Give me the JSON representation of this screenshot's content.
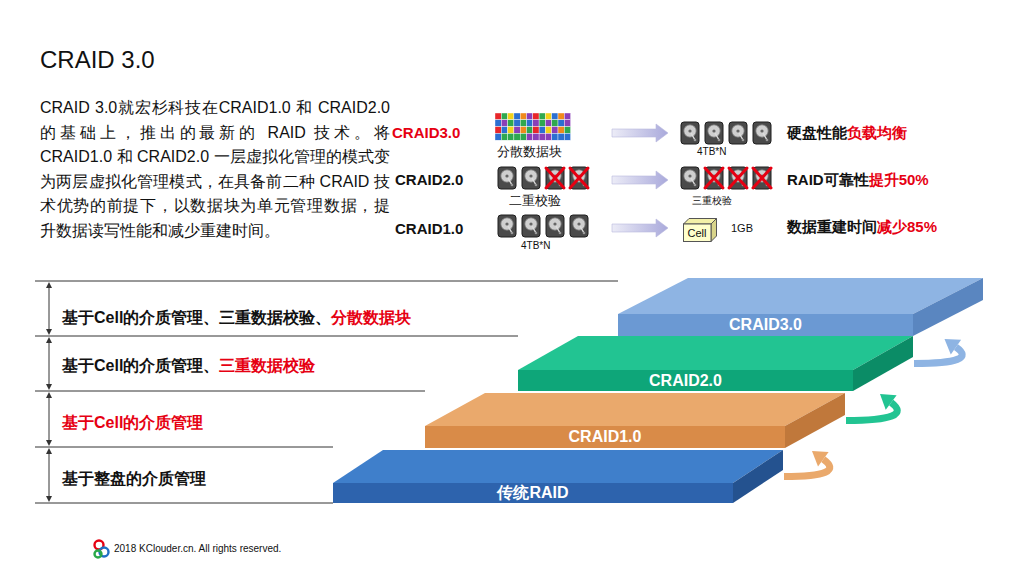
{
  "diagram": {
    "title": "CRAID 3.0",
    "nodes": [
      {
        "text": [
          "Cell"
        ]
      },
      {
        "text": [
          "CRAID3.0"
        ]
      },
      {
        "text": [
          "CRAID2.0"
        ]
      },
      {
        "text": [
          "CRAID1.0"
        ]
      },
      {
        "text": [
          "传统RAID"
        ]
      }
    ],
    "edges": [
      {
        "from": 4,
        "to": 3,
        "arrow": "to"
      },
      {
        "from": 3,
        "to": 2,
        "arrow": "to"
      },
      {
        "from": 2,
        "to": 1,
        "arrow": "to"
      }
    ],
    "labels": [
      "CRAID 3.0就宏杉科技在CRAID1.0 和 CRAID2.0 的基础上，推出的最新的 RAID 技术。将CRAID1.0 和 CRAID2.0 一层虚拟化管理的模式变为两层虚拟化管理模式，在具备前二种 CRAID 技术优势的前提下，以数据块为单元管理数据，提升数据读写性能和减少重建时间。",
      "CRAID3.0",
      "分散数据块",
      "4TB*N",
      "硬盘性能",
      "负载均衡",
      "CRAID2.0",
      "二重校验",
      "三重校验",
      "RAID可靠性",
      "提升50%",
      "CRAID1.0",
      "4TB*N",
      "1GB",
      "数据重建时间",
      "减少85%",
      "基于Cell的介质管理、三重数据校验、",
      "分散数据块",
      "基于Cell的介质管理、",
      "三重数据校验",
      "基于Cell的介质管理",
      "基于整盘的介质管理",
      "2018 KClouder.cn. All rights reserved."
    ]
  }
}
